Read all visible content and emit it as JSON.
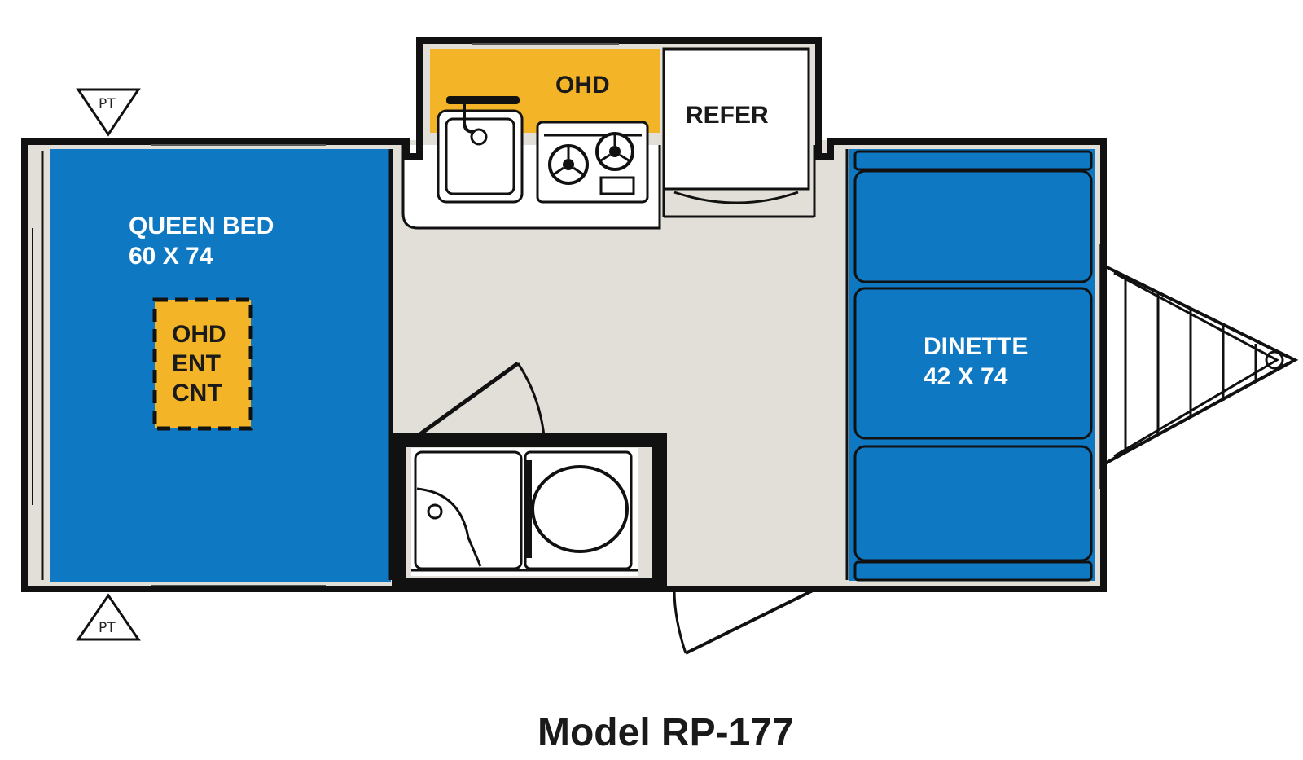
{
  "colors": {
    "bed_blue": "#0E78C2",
    "cabinet_yellow": "#F3B527",
    "floor_gray": "#E2DED8",
    "wall_black": "#111111"
  },
  "bed": {
    "name": "QUEEN BED",
    "size": "60 X 74"
  },
  "ent_center": {
    "line1": "OHD",
    "line2": "ENT",
    "line3": "CNT"
  },
  "galley": {
    "ohd_label": "OHD",
    "refer_label": "REFER"
  },
  "dinette": {
    "name": "DINETTE",
    "size": "42 X 74"
  },
  "pt_markers": {
    "top": "PT",
    "bottom": "PT"
  },
  "model": {
    "title": "Model RP-177"
  }
}
